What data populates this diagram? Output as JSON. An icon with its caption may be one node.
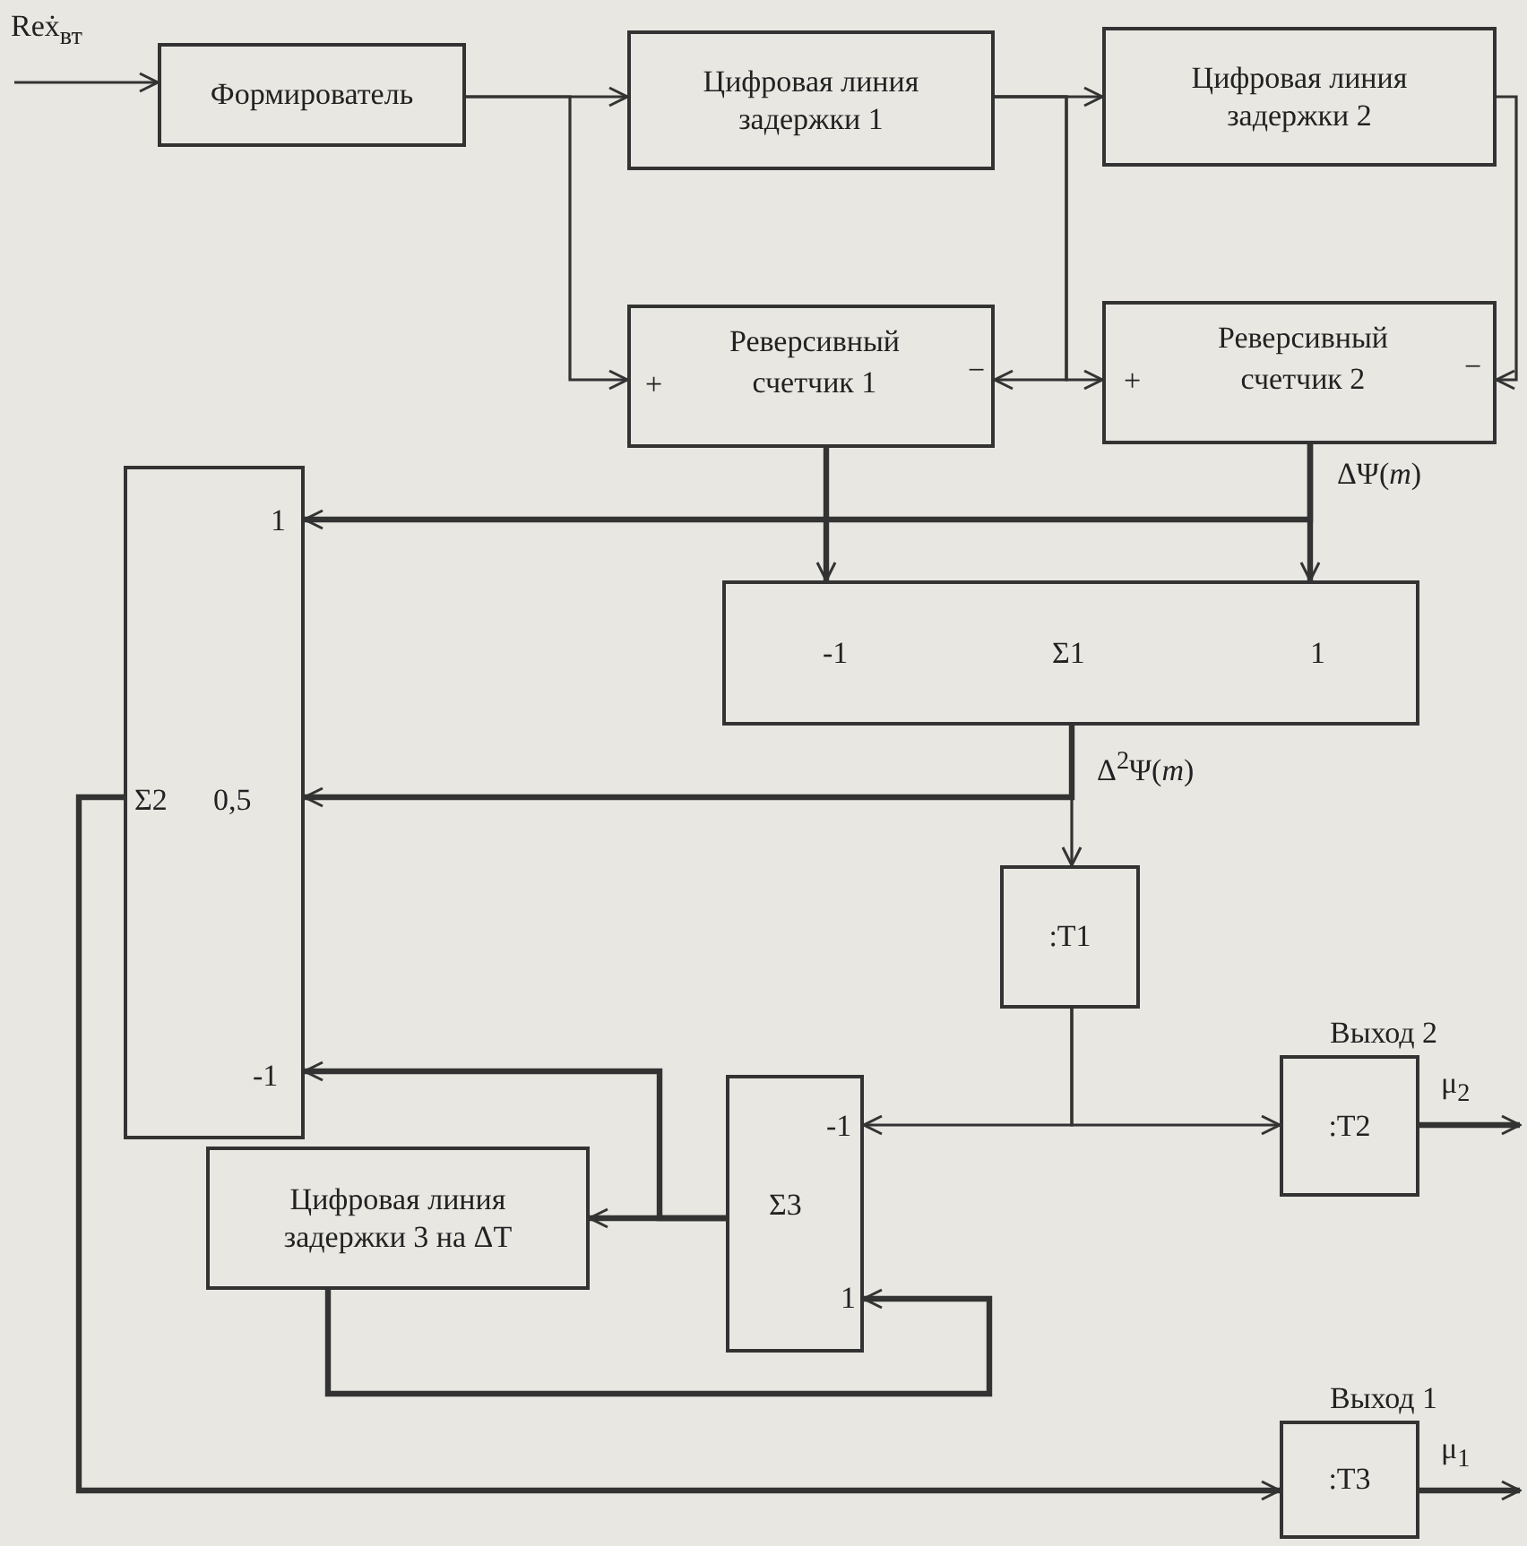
{
  "diagram": {
    "nodes": [
      {
        "text": [
          "Reẋ$_{вт}$"
        ]
      },
      {
        "text": [
          "Формирователь"
        ]
      },
      {
        "text": [
          "Цифровая линия задержки 1"
        ]
      },
      {
        "text": [
          "Цифровая линия задержки 2"
        ]
      },
      {
        "text": [
          "+",
          "Реверсивный счетчик 1",
          "−"
        ]
      },
      {
        "text": [
          "+",
          "Реверсивный счетчик 2",
          "−"
        ]
      },
      {
        "text": [
          "1",
          "Σ2",
          "0,5",
          "-1"
        ]
      },
      {
        "text": [
          "-1",
          "Σ1",
          "1"
        ]
      },
      {
        "text": [
          ":T1"
        ]
      },
      {
        "text": [
          "Цифровая линия задержки 3 на ΔT"
        ]
      },
      {
        "text": [
          "-1",
          "Σ3",
          "1"
        ]
      },
      {
        "text": [
          ":T2"
        ]
      },
      {
        "text": [
          ":T3"
        ]
      }
    ],
    "edges": [
      {
        "from": 0,
        "to": 1,
        "arrow": "to"
      },
      {
        "from": 1,
        "to": 2,
        "arrow": "to"
      },
      {
        "from": 1,
        "to": 4,
        "arrow": "to"
      },
      {
        "from": 2,
        "to": 3,
        "arrow": "to"
      },
      {
        "from": 2,
        "to": 4,
        "arrow": "to"
      },
      {
        "from": 2,
        "to": 5,
        "arrow": "to"
      },
      {
        "from": 3,
        "to": 5,
        "arrow": "to"
      },
      {
        "from": 4,
        "to": 7,
        "arrow": "to",
        "style": "thick"
      },
      {
        "from": 5,
        "to": 7,
        "arrow": "to",
        "style": "thick",
        "label": "ΔΨ(*m*)"
      },
      {
        "from": 5,
        "to": 6,
        "arrow": "to",
        "style": "thick"
      },
      {
        "from": 7,
        "to": 8,
        "arrow": "to",
        "label": "Δ$^{2}$Ψ(*m*)"
      },
      {
        "from": 7,
        "to": 6,
        "arrow": "to",
        "style": "thick"
      },
      {
        "from": 8,
        "to": 10,
        "arrow": "to"
      },
      {
        "from": 8,
        "to": 11,
        "arrow": "to"
      },
      {
        "from": 10,
        "to": 6,
        "arrow": "to",
        "style": "thick"
      },
      {
        "from": 10,
        "to": 9,
        "arrow": "to",
        "style": "thick"
      },
      {
        "from": 9,
        "to": 10,
        "arrow": "to",
        "style": "thick"
      },
      {
        "from": 6,
        "to": 12,
        "arrow": "to",
        "style": "thick"
      },
      {
        "from": 11,
        "to": null,
        "arrow": "to",
        "style": "thick"
      },
      {
        "from": 12,
        "to": null,
        "arrow": "to",
        "style": "thick"
      }
    ],
    "labels": [
      "Выход 2",
      "μ$_{2}$",
      "Выход 1",
      "μ$_{1}$"
    ]
  }
}
